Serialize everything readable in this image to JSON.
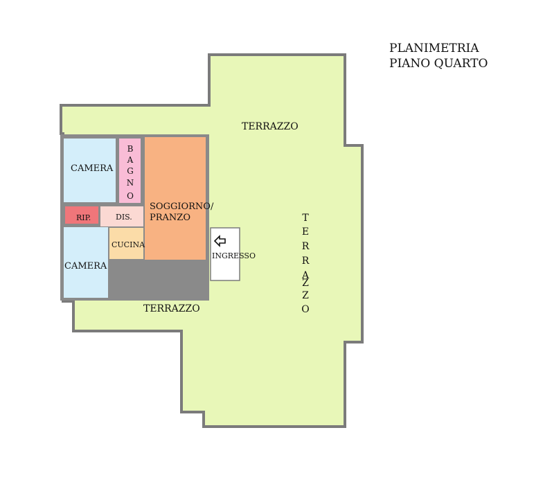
{
  "title": {
    "line1": "PLANIMETRIA",
    "line2": "PIANO QUARTO"
  },
  "rooms": {
    "terrazzo_top": "TERRAZZO",
    "terrazzo_bottom": "TERRAZZO",
    "terrazzo_vertical": [
      "T",
      "E",
      "R",
      "R",
      "A",
      "Z",
      "Z",
      "O"
    ],
    "camera_top": "CAMERA",
    "camera_bottom": "CAMERA",
    "bagno": [
      "B",
      "A",
      "G",
      "N",
      "O"
    ],
    "rip": "RIP.",
    "dis": "DIS.",
    "cucina": "CUCINA",
    "soggiorno_line1": "SOGGIORNO/",
    "soggiorno_line2": "PRANZO",
    "ingresso": "INGRESSO"
  },
  "icons": {
    "entrance": "left-arrow-icon"
  },
  "colors": {
    "terrace": "#e8f7b8",
    "wall": "#7b7b7b",
    "camera": "#d4eefa",
    "bagno": "#f9bcd6",
    "rip": "#f0767a",
    "dis": "#fbd9d3",
    "cucina": "#fbdca8",
    "soggiorno": "#f8b282",
    "ingresso": "#ffffff"
  }
}
